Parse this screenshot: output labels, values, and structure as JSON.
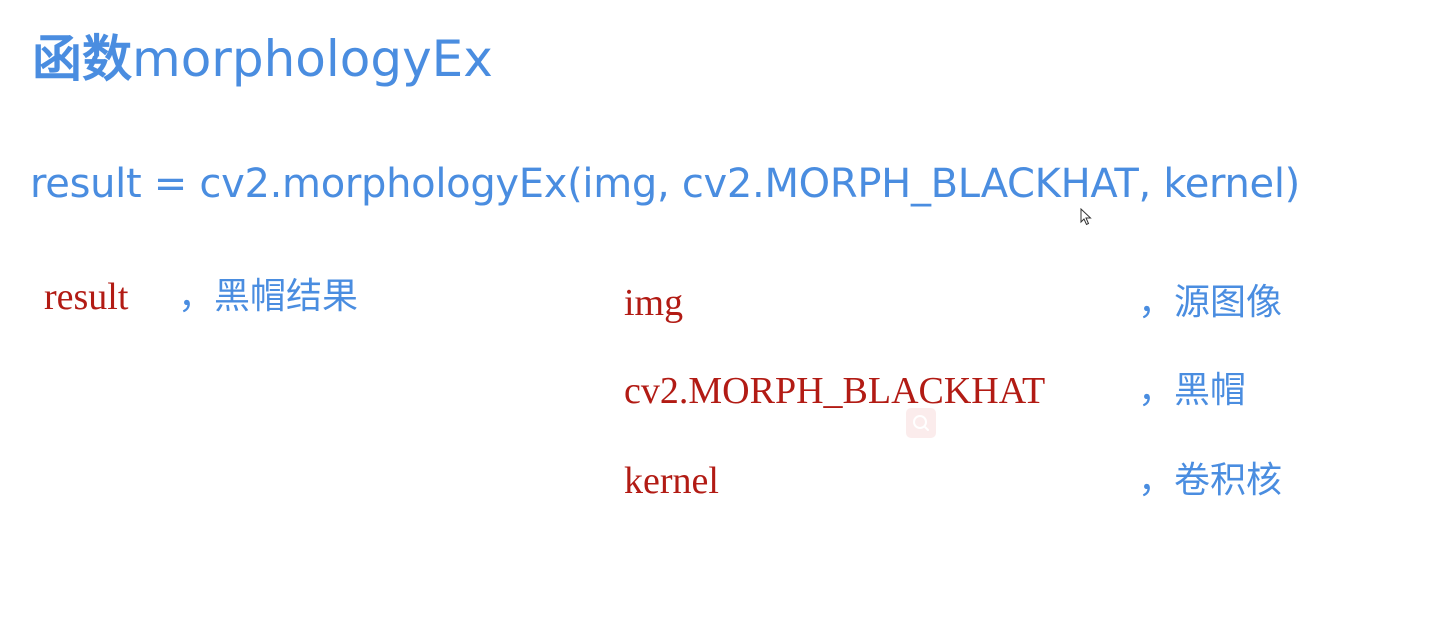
{
  "title": {
    "cjk": "函数",
    "latin": "morphologyEx"
  },
  "code": "result = cv2.morphologyEx(img, cv2.MORPH_BLACKHAT, kernel)",
  "result_param": {
    "name": "result",
    "desc": "，黑帽结果"
  },
  "params": [
    {
      "name": "img",
      "desc": "，源图像"
    },
    {
      "name": "cv2.MORPH_BLACKHAT",
      "desc": "，黑帽"
    },
    {
      "name": "kernel",
      "desc": "，卷积核"
    }
  ],
  "icons": {
    "cursor": "mouse-cursor-icon",
    "zoom": "zoom-icon"
  },
  "colors": {
    "accent_blue": "#4a8de0",
    "param_red": "#b21b14",
    "background": "#ffffff"
  }
}
